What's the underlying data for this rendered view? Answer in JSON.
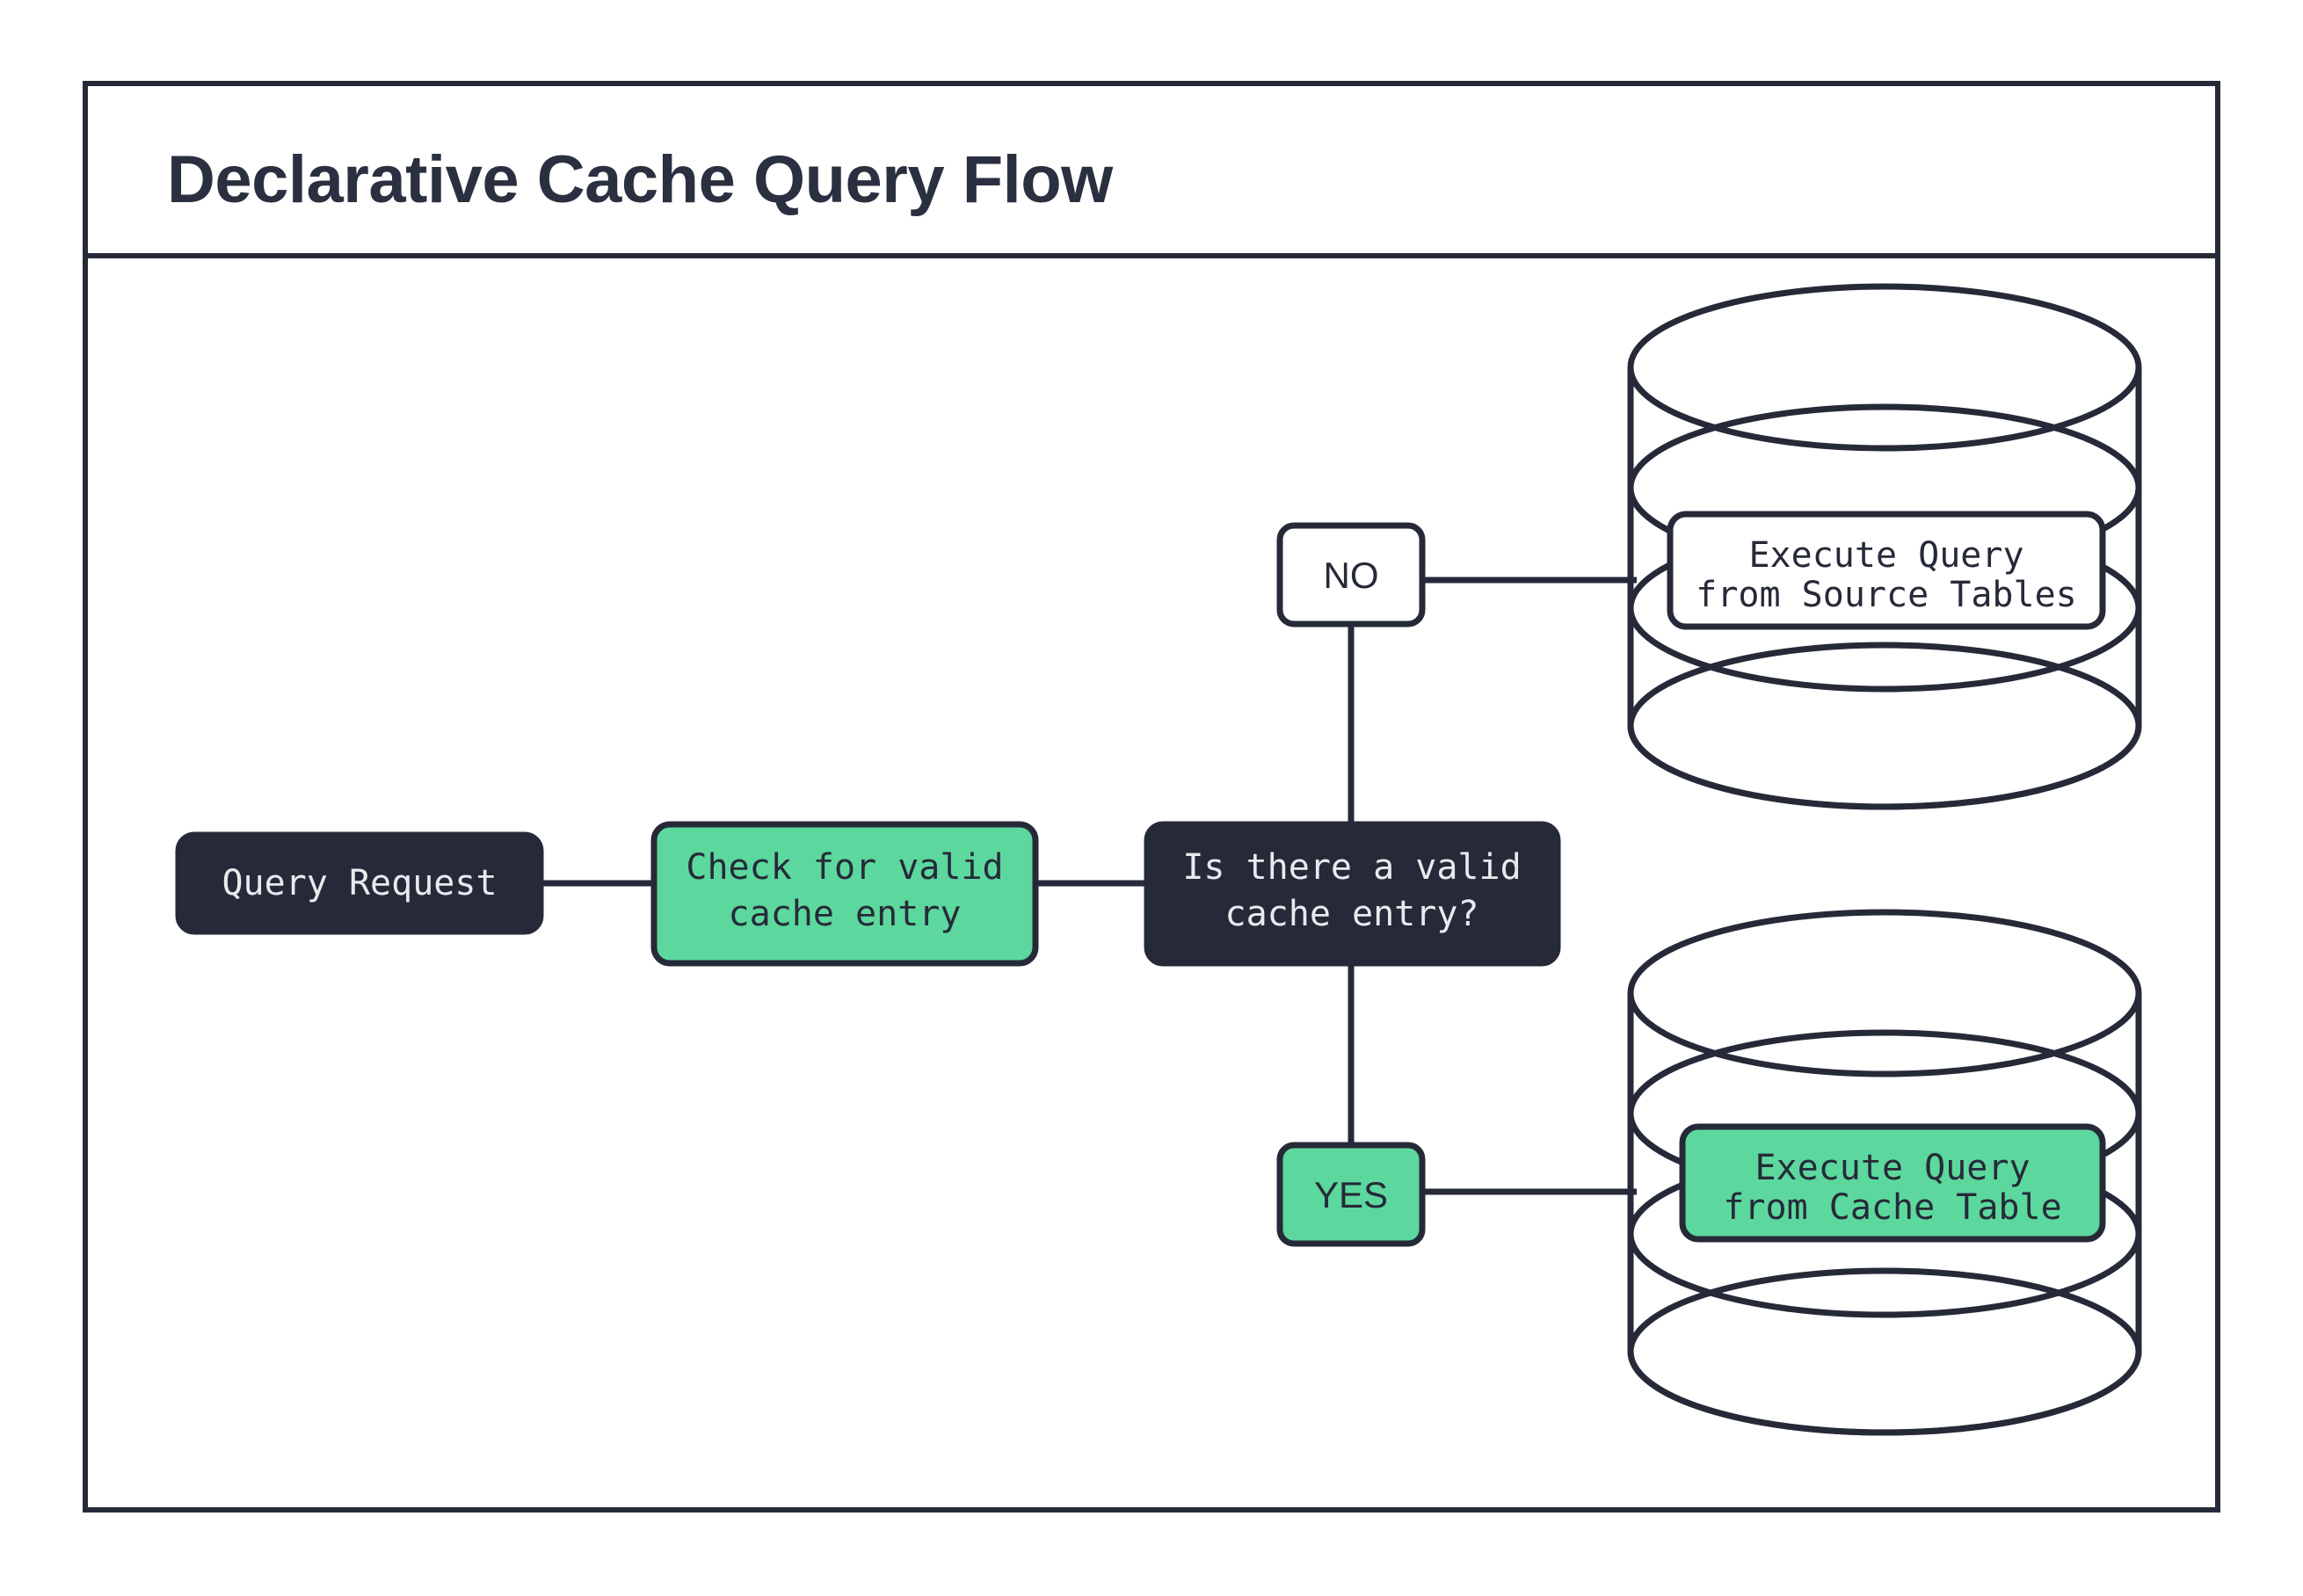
{
  "diagram": {
    "title": "Declarative Cache Query Flow",
    "colors": {
      "ink": "#262A38",
      "accent_green": "#5CD89E",
      "node_dark_fill": "#262A38",
      "node_dark_text": "#E8EAEE",
      "node_green_text": "#262A38",
      "white": "#FFFFFF",
      "canvas": "#FFFFFF"
    },
    "nodes": [
      {
        "id": "query-request",
        "label": "Query Request",
        "style": "dark",
        "shape": "rounded-rect"
      },
      {
        "id": "check-cache",
        "label_line1": "Check for valid",
        "label_line2": "cache entry",
        "style": "green",
        "shape": "rounded-rect"
      },
      {
        "id": "decision",
        "label_line1": "Is there a valid",
        "label_line2": "cache entry?",
        "style": "dark",
        "shape": "rounded-rect"
      },
      {
        "id": "exec-source",
        "label_line1": "Execute Query",
        "label_line2": "from Source Tables",
        "style": "white",
        "shape": "rounded-rect-in-cylinder"
      },
      {
        "id": "exec-cache",
        "label_line1": "Execute Query",
        "label_line2": "from Cache Table",
        "style": "green",
        "shape": "rounded-rect-in-cylinder"
      }
    ],
    "branch_labels": [
      {
        "id": "no-label",
        "label": "NO",
        "style": "white"
      },
      {
        "id": "yes-label",
        "label": "YES",
        "style": "green"
      }
    ],
    "databases": [
      {
        "id": "source-tables-db",
        "rings": 3
      },
      {
        "id": "cache-table-db",
        "rings": 3
      }
    ]
  }
}
